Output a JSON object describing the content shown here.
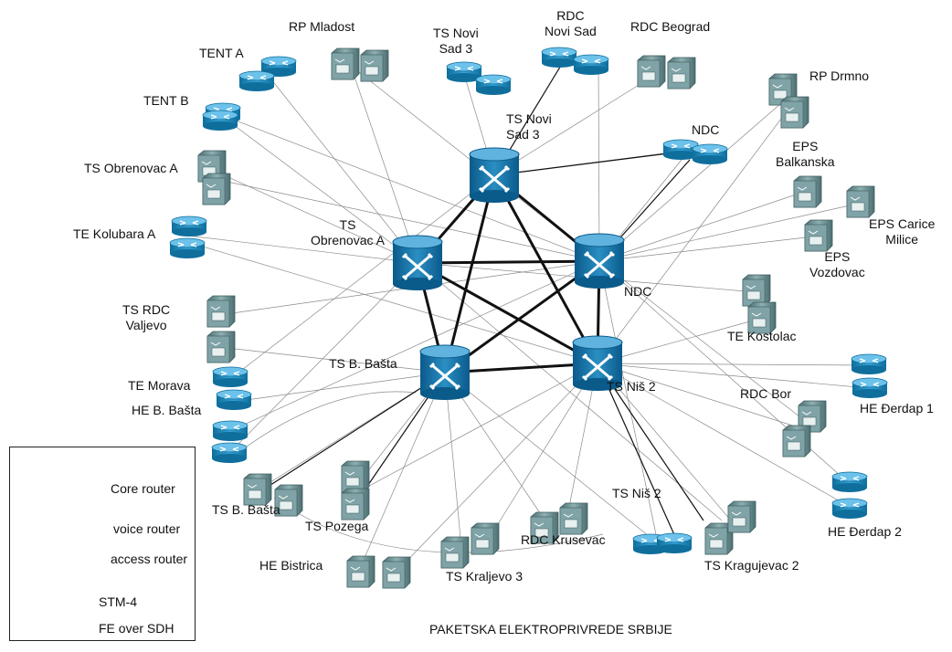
{
  "diagram": {
    "caption": "PAKETSKA ELEKTROPRIVREDE SRBIJE",
    "legend": {
      "core_router": "Core router",
      "voice_router": "voice router",
      "access_router": "access router",
      "stm4": "STM-4",
      "fe_over_sdh": "FE over SDH"
    },
    "core_labels": {
      "novi_sad": "TS Novi\nSad 3",
      "obrenovac": "TS\nObrenovac A",
      "ndc": "NDC",
      "basta": "TS B. Bašta",
      "nis": "TS Niš 2"
    },
    "site_labels": {
      "rp_mladost": "RP Mladost",
      "ts_novi_sad_3": "TS Novi\nSad 3",
      "rdc_novi_sad": "RDC\nNovi Sad",
      "rdc_beograd": "RDC Beograd",
      "rp_drmno": "RP Drmno",
      "tent_a": "TENT A",
      "tent_b": "TENT B",
      "ts_obrenovac_a": "TS Obrenovac A",
      "te_kolubara_a": "TE Kolubara A",
      "ndc_access": "NDC",
      "eps_balkanska": "EPS\nBalkanska",
      "eps_carice_milice": "EPS Carice\nMilice",
      "eps_vozdovac": "EPS\nVozdovac",
      "ts_rdc_valjevo": "TS RDC\nValjevo",
      "te_kostolac": "TE Kostolac",
      "te_morava": "TE Morava",
      "he_b_basta": "HE B. Bašta",
      "rdc_bor": "RDC Bor",
      "he_djerdap_1": "HE Đerdap 1",
      "ts_b_basta_2": "TS B. Bašta",
      "ts_pozega": "TS Pozega",
      "ts_nis_2_site": "TS Niš 2",
      "rdc_krusevac": "RDC Krusevac",
      "he_djerdap_2": "HE Đerdap  2",
      "he_bistrica": "HE Bistrica",
      "ts_kraljevo_3": "TS Kraljevo 3",
      "ts_kragujevac_2": "TS Kragujevac 2"
    }
  }
}
